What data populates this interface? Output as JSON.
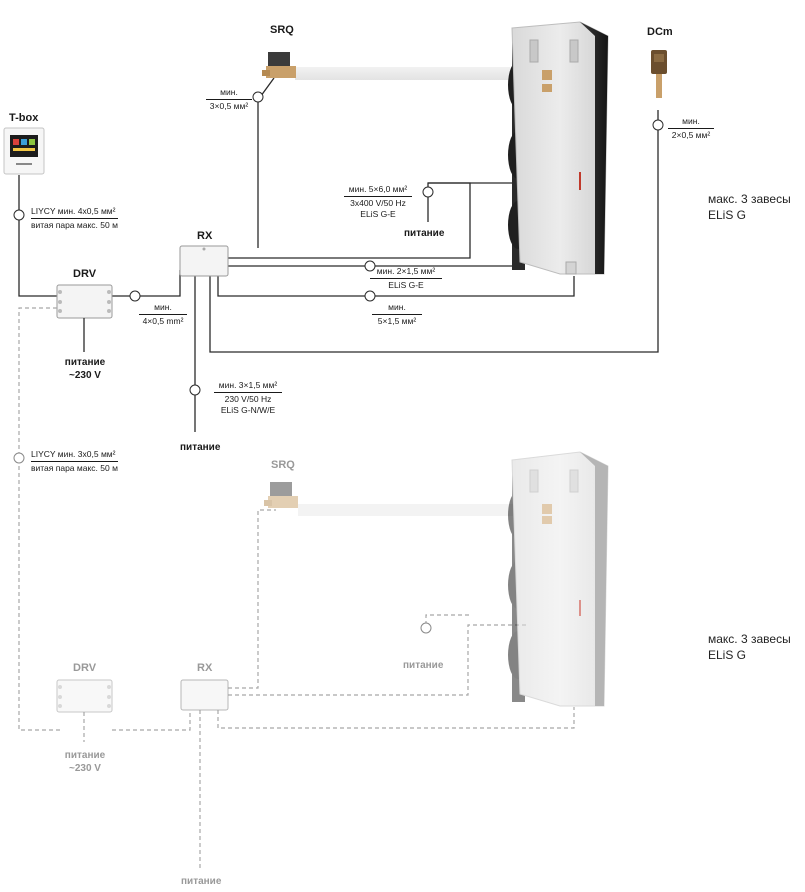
{
  "top": {
    "tbox_label": "T-box",
    "srq_label": "SRQ",
    "dcm_label": "DCm",
    "rx_label": "RX",
    "drv_label": "DRV",
    "tbox_cable_1": "LIYCY мин. 4x0,5 мм²",
    "tbox_cable_2": "витая пара макс. 50 м",
    "srq_cable_1": "мин.",
    "srq_cable_2": "3×0,5 мм²",
    "dcm_cable_1": "мин.",
    "dcm_cable_2": "2×0,5 мм²",
    "power3_1": "мин. 5×6,0 мм²",
    "power3_2": "3x400 V/50 Hz",
    "power3_3": "ELiS G-E",
    "power3_label": "питание",
    "ctrl_1": "мин. 2×1,5 мм²",
    "ctrl_2": "ELiS G-E",
    "valve_1": "мин.",
    "valve_2": "5×1,5 мм²",
    "drv_rx_1": "мин.",
    "drv_rx_2": "4×0,5 mm²",
    "drv_power_1": "питание",
    "drv_power_2": "~230 V",
    "rx_power_1": "мин. 3×1,5 мм²",
    "rx_power_2": "230 V/50 Hz",
    "rx_power_3": "ELiS G-N/W/E",
    "rx_power_label": "питание",
    "max_1": "макс. 3 завесы",
    "max_2": "ELiS G"
  },
  "bottom": {
    "srq_label": "SRQ",
    "drv_label": "DRV",
    "rx_label": "RX",
    "link_cable_1": "LIYCY мин. 3x0,5 мм²",
    "link_cable_2": "витая пара макс. 50 м",
    "unit_power_label": "питание",
    "drv_power_1": "питание",
    "drv_power_2": "~230 V",
    "rx_power_label": "питание",
    "max_1": "макс. 3 завесы",
    "max_2": "ELiS G"
  },
  "colors": {
    "line": "#2b2b2b",
    "dashed": "#a8a8a8",
    "box_fill": "#f4f4f4",
    "box_stroke": "#9a9a9a",
    "valve_body": "#6b4e2e",
    "brass": "#c9a06a"
  },
  "icons": [
    "thermostat-icon",
    "valve-icon",
    "actuator-icon",
    "air-curtain-icon",
    "junction-box-icon"
  ]
}
